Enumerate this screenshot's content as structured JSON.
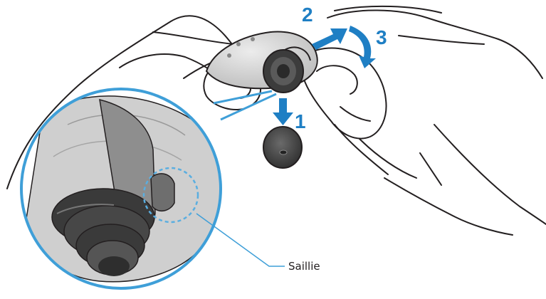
{
  "steps": {
    "one": "1",
    "two": "2",
    "three": "3"
  },
  "callout": {
    "label": "Saillie"
  },
  "colors": {
    "arrow": "#1f7fc4",
    "outline": "#231f20",
    "zoom_ring": "#3f9fd8",
    "dashed_ring": "#5aaee0",
    "earbud_light": "#d9d9d9",
    "tip_dark": "#4a4a4a"
  }
}
